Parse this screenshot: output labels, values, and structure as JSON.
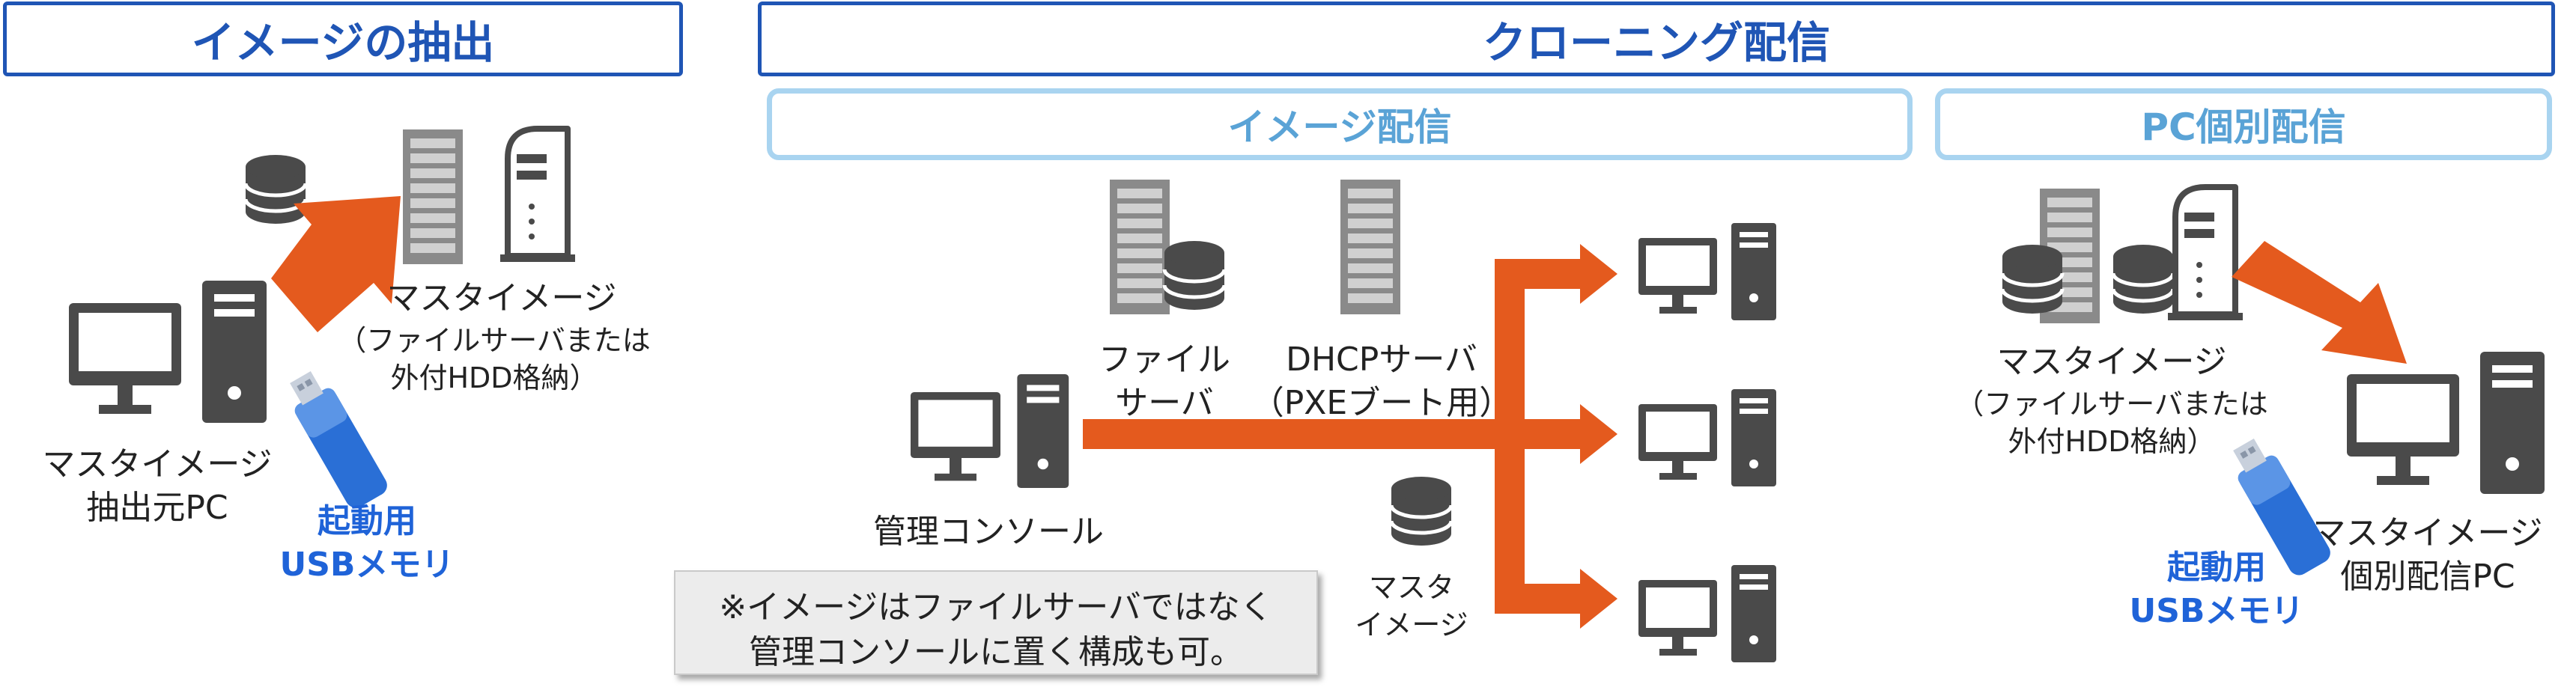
{
  "sections": {
    "extract_title": "イメージの抽出",
    "clone_title": "クローニング配信",
    "image_delivery_title": "イメージ配信",
    "pc_delivery_title": "PC個別配信"
  },
  "extract": {
    "master_image_label": "マスタイメージ",
    "master_image_note": [
      "（ファイルサーバまたは",
      "外付HDD格納）"
    ],
    "source_pc_label": [
      "マスタイメージ",
      "抽出元PC"
    ],
    "usb_label": [
      "起動用",
      "USBメモリ"
    ]
  },
  "image_delivery": {
    "file_server_label": [
      "ファイル",
      "サーバ"
    ],
    "dhcp_server_label": [
      "DHCPサーバ",
      "（PXEブート用）"
    ],
    "console_label": "管理コンソール",
    "master_image_label": [
      "マスタ",
      "イメージ"
    ],
    "note": [
      "※イメージはファイルサーバではなく",
      "管理コンソールに置く構成も可。"
    ]
  },
  "pc_delivery": {
    "master_image_label": "マスタイメージ",
    "master_image_note": [
      "（ファイルサーバまたは",
      "外付HDD格納）"
    ],
    "usb_label": [
      "起動用",
      "USBメモリ"
    ],
    "target_pc_label": [
      "マスタイメージ",
      "個別配信PC"
    ]
  },
  "colors": {
    "header_blue": "#1f55b5",
    "sub_header_border": "#a9d4f0",
    "sub_header_text": "#5aa3d6",
    "arrow_orange": "#e45a1e",
    "icon_dark": "#4a4a4a",
    "server_gray": "#8a8a8a",
    "usb_blue": "#2a6fd6",
    "usb_label_blue": "#1f63d8"
  },
  "icons": [
    "database-icon",
    "rack-server-icon",
    "tower-server-icon",
    "desktop-pc-icon",
    "usb-stick-icon",
    "arrow-icon"
  ]
}
